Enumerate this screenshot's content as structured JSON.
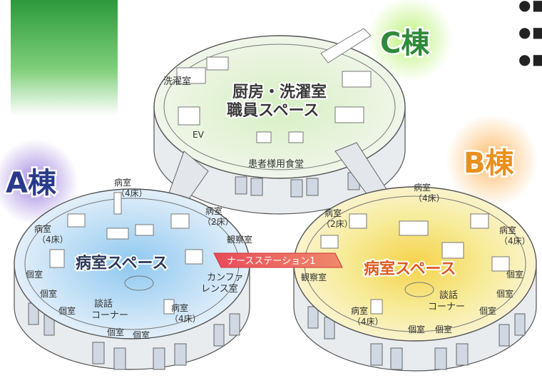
{
  "buildings": {
    "c": {
      "title": "C棟",
      "color": "#2f8a3a",
      "space_line1": "厨房・洗濯室",
      "space_line2": "職員スペース",
      "laundry": "洗濯室",
      "ev": "EV",
      "dining": "患者様用食堂"
    },
    "a": {
      "title": "A棟",
      "color": "#2a3a8a",
      "space": "病室スペース",
      "room4_top": "病室",
      "room4_top_sub": "（4床）",
      "room4_left": "病室",
      "room4_left_sub": "（4床）",
      "room2": "病室",
      "room2_sub": "（2床）",
      "observation": "観察室",
      "conference_1": "カンファ",
      "conference_2": "レンス室",
      "lounge_1": "談話",
      "lounge_2": "コーナー",
      "room4_bottom": "病室",
      "room4_bottom_sub": "（4床）",
      "private": "個室"
    },
    "b": {
      "title": "B棟",
      "color": "#e8901e",
      "space": "病室スペース",
      "room4_top": "病室",
      "room4_top_sub": "（4床）",
      "room2": "病室",
      "room2_sub": "（2床）",
      "room4_right": "病室",
      "room4_right_sub": "（4床）",
      "observation": "観察室",
      "lounge_1": "談話",
      "lounge_2": "コーナー",
      "room4_bottom": "病室",
      "room4_bottom_sub": "（4床）",
      "private": "個室"
    }
  },
  "nurse_station": "ナースステーション1",
  "legend_bullets": [
    "●",
    "●",
    "●"
  ],
  "legend_chars": [
    "■",
    "■",
    "■"
  ]
}
